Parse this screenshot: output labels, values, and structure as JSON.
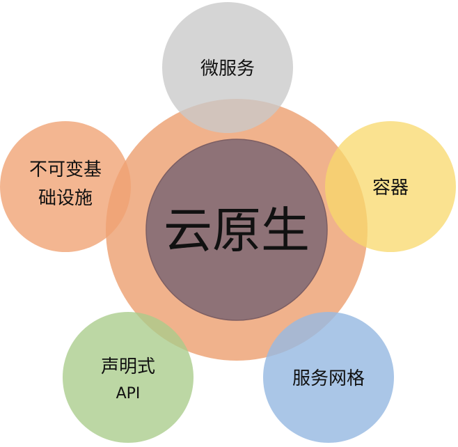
{
  "diagram": {
    "center": {
      "label": "云原生",
      "outer_color": "#efae86",
      "inner_color": "#8e7277",
      "inner_stroke": "#7c5e63"
    },
    "nodes": [
      {
        "id": "microservices",
        "lines": [
          "微服务"
        ],
        "color": "#c9c9c9"
      },
      {
        "id": "containers",
        "lines": [
          "容器"
        ],
        "color": "#f8d86b"
      },
      {
        "id": "service-mesh",
        "lines": [
          "服务网格"
        ],
        "color": "#97b9e2"
      },
      {
        "id": "declarative-api",
        "lines": [
          "声明式",
          "API"
        ],
        "color": "#a9cc8a"
      },
      {
        "id": "immutable-infrastructure",
        "lines": [
          "不可变基",
          "础设施"
        ],
        "color": "#efa172"
      }
    ]
  }
}
